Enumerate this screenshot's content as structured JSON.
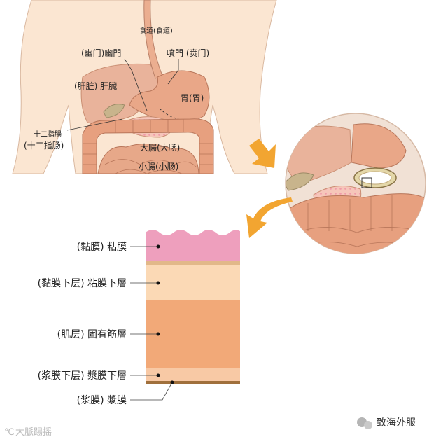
{
  "anatomy_labels": {
    "esophagus": "食道(食道)",
    "pylorus": "(幽门)幽門",
    "cardia": "噴門 (贲门)",
    "liver": "(肝脏) 肝臓",
    "stomach": "胃(胃)",
    "duodenum_jp": "十二指腸",
    "duodenum_cn": "(十二指肠)",
    "large_intestine": "大腸(大肠)",
    "small_intestine": "小腸(小肠)"
  },
  "layers": [
    {
      "label": "(黏膜) 粘膜",
      "color": "#ee9fbd"
    },
    {
      "label": "(黏膜下层) 粘膜下層",
      "color": "#fbd9b5"
    },
    {
      "label": "(肌层)  固有筋層",
      "color": "#f2a978"
    },
    {
      "label": "(浆膜下层) 漿膜下層",
      "color": "#f8c9a5"
    },
    {
      "label": "(浆膜) 漿膜",
      "color": "#a0703c"
    }
  ],
  "watermark": "大脈踢摇",
  "brand": "致海外服",
  "colors": {
    "skin": "#fbe6d2",
    "organ": "#e9a788",
    "intestine": "#e7a07f",
    "arrow": "#f2a531",
    "circle_bg": "#f1e1d5"
  }
}
